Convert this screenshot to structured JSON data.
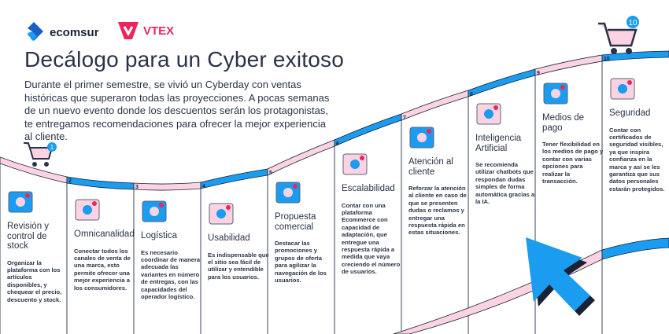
{
  "brand": {
    "ecomsur": "ecomsur",
    "vtex": "VTEX"
  },
  "title": "Decálogo para un Cyber exitoso",
  "intro": "Durante el primer semestre, se vivió un Cyberday con ventas históricas que superaron todas las proyecciones.  A pocas semanas de un nuevo evento donde los descuentos serán los protagonistas, te entregamos recomendaciones para ofrecer la mejor experiencia al cliente.",
  "colors": {
    "blue": "#1a9cf0",
    "pink": "#fbd3e2",
    "navy": "#2a3348",
    "red": "#f0245c"
  },
  "cart_badges": {
    "start": "1",
    "end": "10"
  },
  "steps": [
    {
      "num": "1",
      "icon": "shelf-icon",
      "title": "Revisión y control de stock",
      "desc": "Organizar la plataforma con los artículos disponibles, y chequear el precio, descuento y stock."
    },
    {
      "num": "2",
      "icon": "network-icon",
      "title": "Omnicanalidad",
      "desc": "Conectar todos los canales de venta de una marca, esto permite ofrecer una mejor experiencia a los consumidores."
    },
    {
      "num": "3",
      "icon": "route-icon",
      "title": "Logística",
      "desc": "Es necesario coordinar de manera adecuada las variantes en número de entregas, con las capacidades del operador logístico."
    },
    {
      "num": "4",
      "icon": "phones-icon",
      "title": "Usabilidad",
      "desc": "Es indispensable que el sitio sea fácil de utilizar y entendible para los usuarios."
    },
    {
      "num": "5",
      "icon": "megaphone-icon",
      "title": "Propuesta comercial",
      "desc": "Destacar las promociones y grupos de oferta para agilizar la navegación de los usuarios."
    },
    {
      "num": "6",
      "icon": "shapes-icon",
      "title": "Escalabilidad",
      "desc": "Contar con una plataforma Ecommerce con capacidad de adaptación, que entregue una respuesta rápida a medida que vaya creciendo el número de usuarios."
    },
    {
      "num": "7",
      "icon": "support-icon",
      "title": "Atención al cliente",
      "desc": "Reforzar la atención al cliente en caso de que se presenten dudas o reclamos y entregar una respuesta rápida en estas situaciones."
    },
    {
      "num": "8",
      "icon": "robot-icon",
      "title": "Inteligencia Artificial",
      "desc": "Se recomienda utilizar chatbots que respondan dudas simples de forma automática gracias a la IA."
    },
    {
      "num": "9",
      "icon": "payment-icon",
      "title": "Medios de pago",
      "desc": "Tener flexibilidad en los medios de pago y contar con varias opciones para realizar la transacción."
    },
    {
      "num": "10",
      "icon": "shield-icon",
      "title": "Seguridad",
      "desc": "Contar con certificados de seguridad visibles, ya que inspira confianza en la marca y así se les garantiza que sus datos personales estarán protegidos."
    }
  ]
}
